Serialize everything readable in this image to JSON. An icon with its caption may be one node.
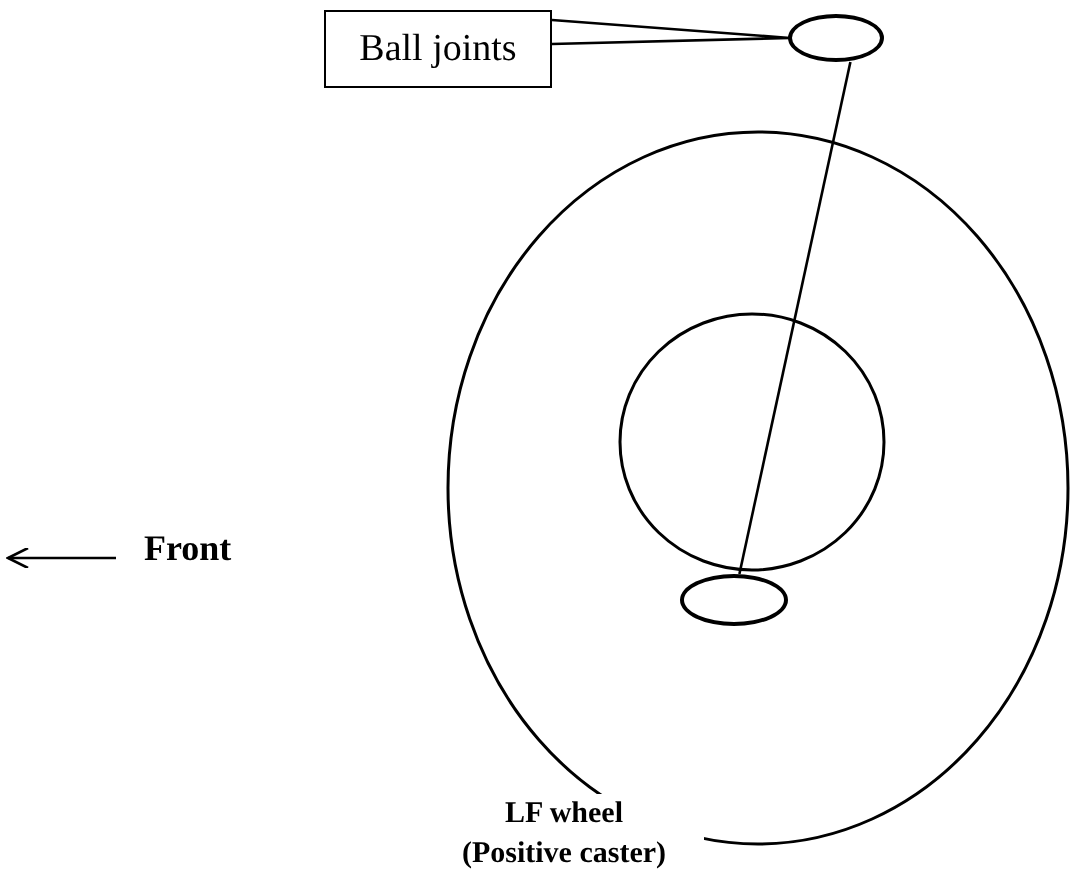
{
  "diagram": {
    "nodes": [
      {
        "text": [
          "Ball joints"
        ]
      },
      {
        "text": [],
        "shape": "ellipse"
      },
      {
        "text": [],
        "shape": "ellipse"
      }
    ],
    "edges": [
      {
        "from": 0,
        "to": 1,
        "arrow": "none"
      },
      {
        "from": 1,
        "to": 2,
        "arrow": "none"
      }
    ],
    "labels": [
      "Front",
      "LF wheel",
      "(Positive caster)"
    ]
  }
}
